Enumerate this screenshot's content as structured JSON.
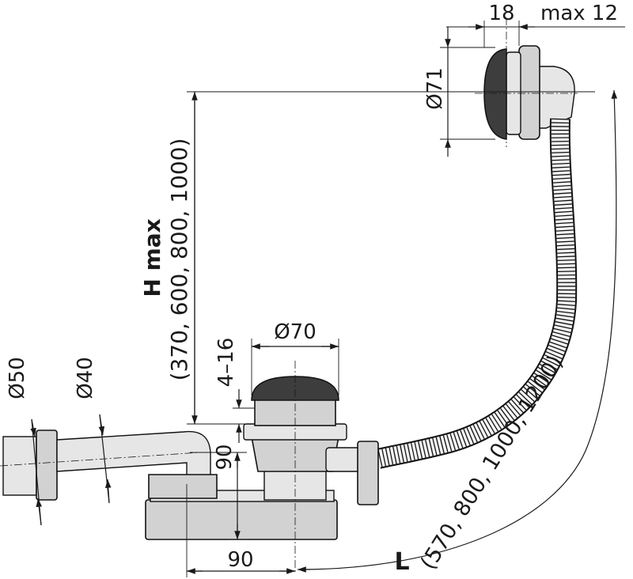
{
  "labels": {
    "d50": "Ø50",
    "d40": "Ø40",
    "d70": "Ø70",
    "d71": "Ø71",
    "dim_18": "18",
    "dim_max12": "max 12",
    "dim_4_16": "4–16",
    "dim_90_vertical": "90",
    "dim_90_horizontal": "90",
    "h_max_label": "H max",
    "h_max_values": "(370, 600, 800, 1000)",
    "l_label": "L",
    "l_values": "(570, 800, 1000, 1200)"
  },
  "colors": {
    "line": "#1a1a1a",
    "part_fill": "#d2d2d2",
    "cap_fill": "#3d3d3d"
  }
}
